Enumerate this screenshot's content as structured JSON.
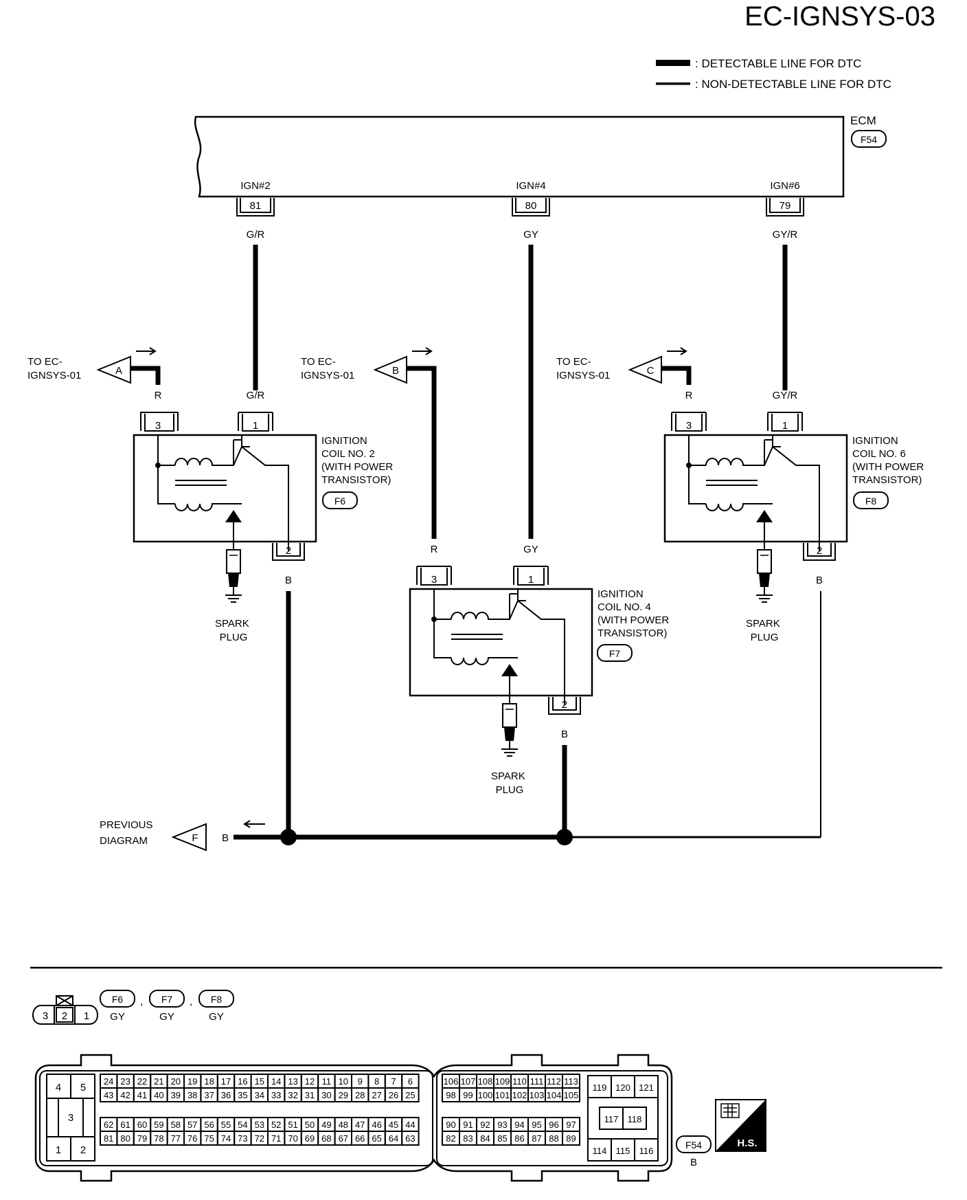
{
  "title": "EC-IGNSYS-03",
  "legend": {
    "detectable": ": DETECTABLE LINE FOR DTC",
    "non_detectable": ": NON-DETECTABLE LINE FOR DTC"
  },
  "ecm": {
    "label": "ECM",
    "connector": "F54",
    "terminals": [
      {
        "name": "IGN#2",
        "pin": "81",
        "wire": "G/R"
      },
      {
        "name": "IGN#4",
        "pin": "80",
        "wire": "GY"
      },
      {
        "name": "IGN#6",
        "pin": "79",
        "wire": "GY/R"
      }
    ]
  },
  "coils": [
    {
      "label_lines": [
        "IGNITION",
        "COIL NO. 2",
        "(WITH POWER",
        "TRANSISTOR)"
      ],
      "connector": "F6",
      "pin_r": "3",
      "pin_sig": "1",
      "pin_gnd": "2",
      "wire_r": "R",
      "wire_sig": "G/R",
      "wire_gnd": "B",
      "to_lines": [
        "TO EC-",
        "IGNSYS-01"
      ],
      "to_letter": "A"
    },
    {
      "label_lines": [
        "IGNITION",
        "COIL NO. 4",
        "(WITH POWER",
        "TRANSISTOR)"
      ],
      "connector": "F7",
      "pin_r": "3",
      "pin_sig": "1",
      "pin_gnd": "2",
      "wire_r": "R",
      "wire_sig": "GY",
      "wire_gnd": "B",
      "to_lines": [
        "TO EC-",
        "IGNSYS-01"
      ],
      "to_letter": "B"
    },
    {
      "label_lines": [
        "IGNITION",
        "COIL NO. 6",
        "(WITH POWER",
        "TRANSISTOR)"
      ],
      "connector": "F8",
      "pin_r": "3",
      "pin_sig": "1",
      "pin_gnd": "2",
      "wire_r": "R",
      "wire_sig": "GY/R",
      "wire_gnd": "B",
      "to_lines": [
        "TO EC-",
        "IGNSYS-01"
      ],
      "to_letter": "C"
    }
  ],
  "spark_plug": [
    "SPARK",
    "PLUG"
  ],
  "previous": {
    "lines": [
      "PREVIOUS",
      "DIAGRAM"
    ],
    "letter": "F",
    "wire": "B"
  },
  "coil_connector_legend": {
    "pins": [
      "3",
      "2",
      "1"
    ],
    "connectors": [
      {
        "id": "F6",
        "color": "GY"
      },
      {
        "id": "F7",
        "color": "GY"
      },
      {
        "id": "F8",
        "color": "GY"
      }
    ]
  },
  "ecm_connector": {
    "id": "F54",
    "color": "B",
    "left_block": [
      "4",
      "5",
      "3",
      "1",
      "2"
    ],
    "mid_top_row1": [
      "24",
      "23",
      "22",
      "21",
      "20",
      "19",
      "18",
      "17",
      "16",
      "15",
      "14",
      "13",
      "12",
      "11",
      "10",
      "9",
      "8",
      "7",
      "6"
    ],
    "mid_top_row2": [
      "43",
      "42",
      "41",
      "40",
      "39",
      "38",
      "37",
      "36",
      "35",
      "34",
      "33",
      "32",
      "31",
      "30",
      "29",
      "28",
      "27",
      "26",
      "25"
    ],
    "mid_bot_row1": [
      "62",
      "61",
      "60",
      "59",
      "58",
      "57",
      "56",
      "55",
      "54",
      "53",
      "52",
      "51",
      "50",
      "49",
      "48",
      "47",
      "46",
      "45",
      "44"
    ],
    "mid_bot_row2": [
      "81",
      "80",
      "79",
      "78",
      "77",
      "76",
      "75",
      "74",
      "73",
      "72",
      "71",
      "70",
      "69",
      "68",
      "67",
      "66",
      "65",
      "64",
      "63"
    ],
    "right_top_row1": [
      "106",
      "107",
      "108",
      "109",
      "110",
      "111",
      "112",
      "113"
    ],
    "right_top_row2": [
      "98",
      "99",
      "100",
      "101",
      "102",
      "103",
      "104",
      "105"
    ],
    "right_bot_row1": [
      "90",
      "91",
      "92",
      "93",
      "94",
      "95",
      "96",
      "97"
    ],
    "right_bot_row2": [
      "82",
      "83",
      "84",
      "85",
      "86",
      "87",
      "88",
      "89"
    ],
    "far_right_top": [
      "119",
      "120",
      "121"
    ],
    "far_right_mid": [
      "117",
      "118"
    ],
    "far_right_bot": [
      "114",
      "115",
      "116"
    ]
  },
  "hs_label": "H.S."
}
